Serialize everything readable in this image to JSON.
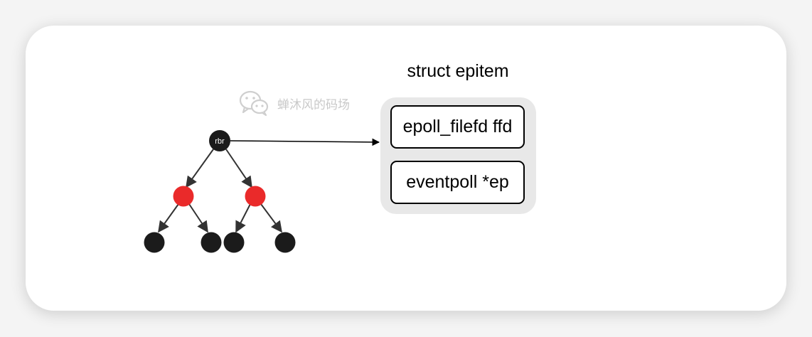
{
  "struct": {
    "title": "struct epitem",
    "fields": [
      "epoll_filefd ffd",
      "eventpoll *ep"
    ]
  },
  "tree": {
    "root_label": "rbr",
    "node_colors": {
      "black": "#1b1b1b",
      "red": "#ea2a2a"
    }
  },
  "watermark": {
    "text": "蝉沐风的码场",
    "icon": "wechat-icon"
  }
}
